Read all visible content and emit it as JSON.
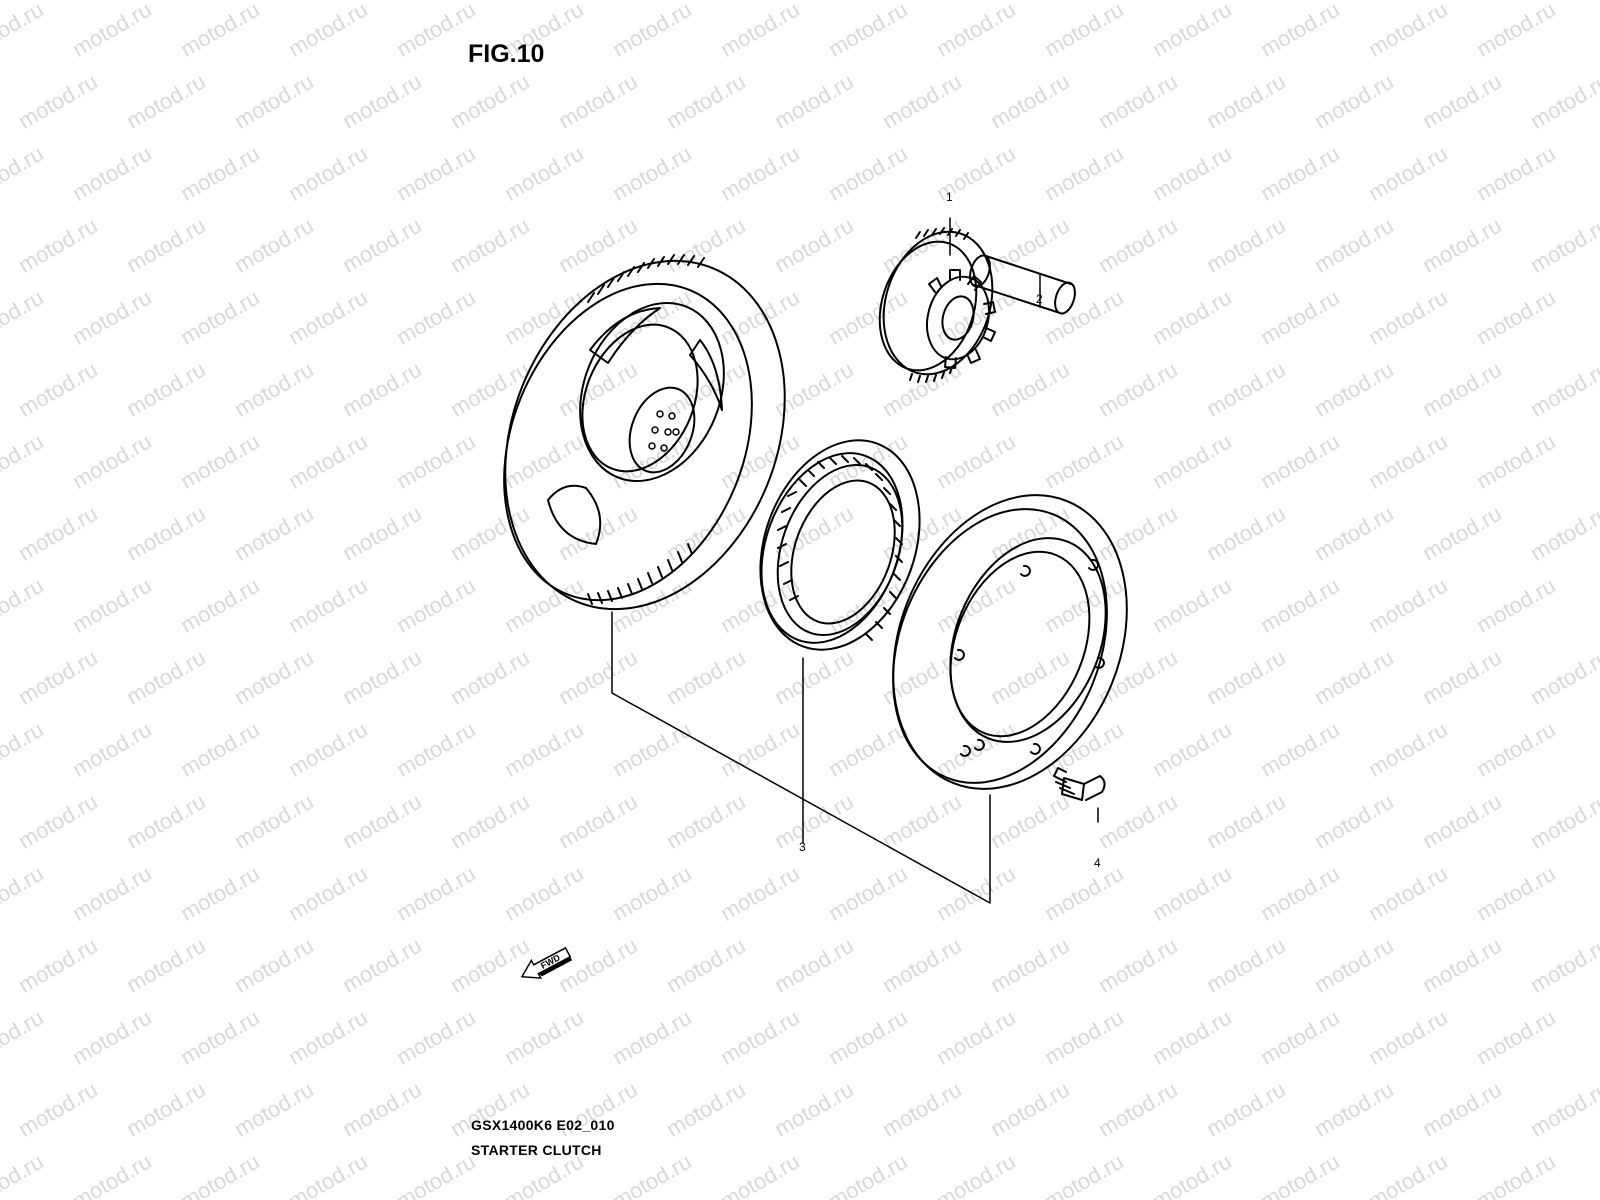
{
  "watermark": {
    "text": "motod.ru"
  },
  "figure": {
    "title": "FIG.10"
  },
  "callouts": [
    {
      "id": "1",
      "text": "1"
    },
    {
      "id": "2",
      "text": "2"
    },
    {
      "id": "3",
      "text": "3"
    },
    {
      "id": "4",
      "text": "4"
    }
  ],
  "direction_arrow": {
    "label": "FWD",
    "icon": "forward-arrow-icon"
  },
  "footer": {
    "code": "GSX1400K6 E02_010",
    "caption": "STARTER CLUTCH"
  }
}
